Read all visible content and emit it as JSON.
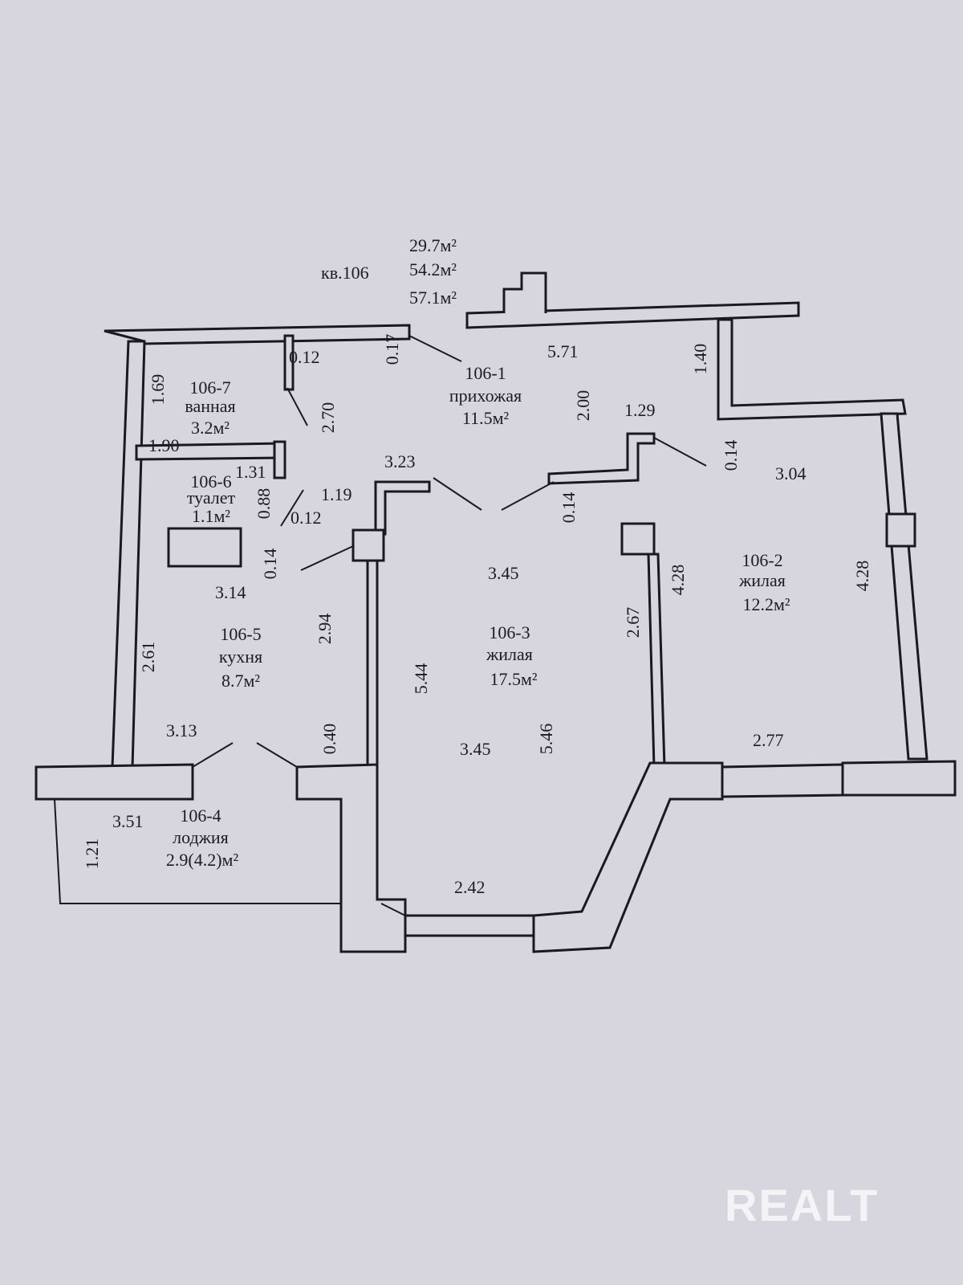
{
  "header": {
    "apartment": "кв.106",
    "living_area": "29.7м²",
    "total_area": "54.2м²",
    "total_with_loggia": "57.1м²"
  },
  "rooms": [
    {
      "id": "106-1",
      "name": "прихожая",
      "area": "11.5м²"
    },
    {
      "id": "106-2",
      "name": "жилая",
      "area": "12.2м²"
    },
    {
      "id": "106-3",
      "name": "жилая",
      "area": "17.5м²"
    },
    {
      "id": "106-4",
      "name": "лоджия",
      "area": "2.9(4.2)м²"
    },
    {
      "id": "106-5",
      "name": "кухня",
      "area": "8.7м²"
    },
    {
      "id": "106-6",
      "name": "туалет",
      "area": "1.1м²"
    },
    {
      "id": "106-7",
      "name": "ванная",
      "area": "3.2м²"
    }
  ],
  "dims_h": [
    "0.12",
    "5.71",
    "1.29",
    "1.90",
    "1.31",
    "3.23",
    "1.19",
    "0.12",
    "3.04",
    "3.45",
    "3.14",
    "3.13",
    "3.45",
    "2.77",
    "3.51",
    "2.42"
  ],
  "dims_v": [
    "1.69",
    "0.17",
    "2.70",
    "2.00",
    "1.40",
    "0.14",
    "0.88",
    "0.14",
    "0.14",
    "4.28",
    "4.28",
    "2.94",
    "2.61",
    "5.44",
    "2.67",
    "0.40",
    "5.46",
    "1.21"
  ],
  "watermark": "REALT"
}
